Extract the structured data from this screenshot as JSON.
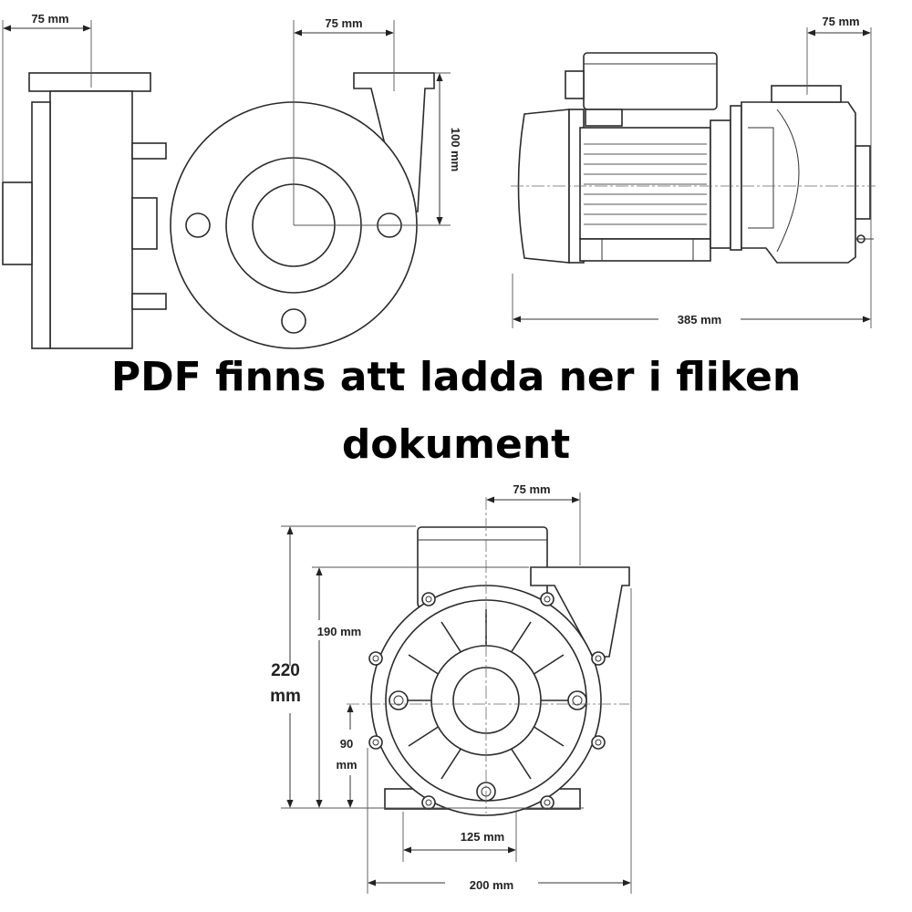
{
  "banner": {
    "line1": "PDF finns att ladda ner i fliken",
    "line2": "dokument"
  },
  "views": {
    "side_view": {
      "dim_top": "75 mm"
    },
    "front_flange_view": {
      "dim_top": "75 mm",
      "dim_right": "100 mm"
    },
    "motor_side_view": {
      "dim_top": "75 mm",
      "dim_length": "385 mm"
    },
    "pump_front_view": {
      "dim_top": "75 mm",
      "dim_total_height_1": "220",
      "dim_total_height_2": "mm",
      "dim_inner_height": "190 mm",
      "dim_axis_height_1": "90",
      "dim_axis_height_2": "mm",
      "dim_base_inner": "125 mm",
      "dim_base_outer": "200 mm"
    }
  },
  "colors": {
    "line": "#2a2a2a",
    "text": "#222222",
    "background": "#ffffff"
  }
}
